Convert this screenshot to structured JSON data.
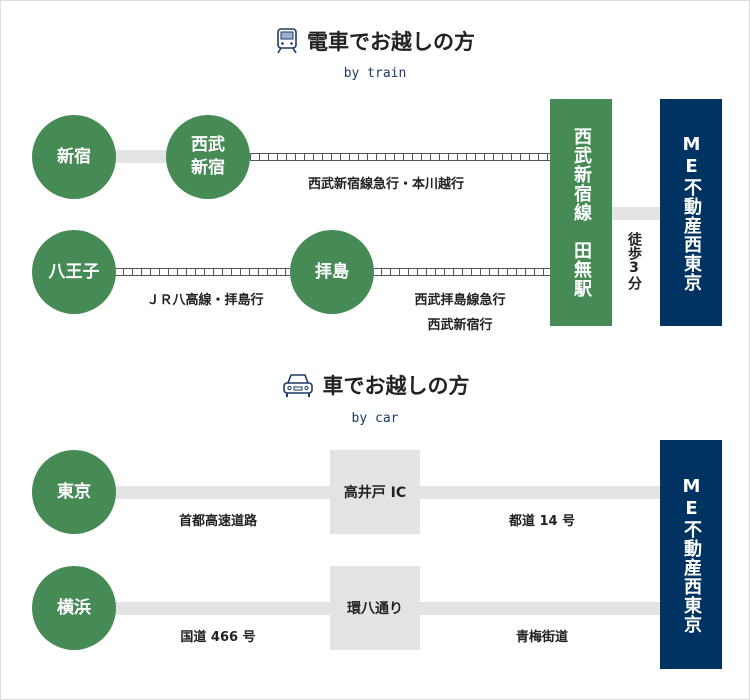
{
  "train": {
    "title": "電車でお越しの方",
    "subtitle": "by train",
    "icon": "train-icon",
    "stations": {
      "shinjuku": "新宿",
      "seibu_shinjuku": "西武\n新宿",
      "hachioji": "八王子",
      "haijima": "拝島"
    },
    "lines": {
      "seibu_shinjuku_express": "西武新宿線急行・本川越行",
      "jr_hachiko": "ＪＲ八高線・拝島行",
      "seibu_haijima_1": "西武拝島線急行",
      "seibu_haijima_2": "西武新宿行"
    },
    "destination_station": "西武新宿線　田無駅",
    "walk": "徒歩3分",
    "company": "ME不動産西東京"
  },
  "car": {
    "title": "車でお越しの方",
    "subtitle": "by car",
    "icon": "car-icon",
    "origins": {
      "tokyo": "東京",
      "yokohama": "横浜"
    },
    "waypoints": {
      "takaido": "高井戸 IC",
      "kanpachi": "環八通り"
    },
    "roads": {
      "shuto": "首都高速道路",
      "todo14": "都道 14 号",
      "kokudo466": "国道 466 号",
      "ome": "青梅街道"
    },
    "company": "ME不動産西東京"
  },
  "colors": {
    "green": "#468a55",
    "navy": "#003362",
    "gray": "#e3e3e3"
  }
}
